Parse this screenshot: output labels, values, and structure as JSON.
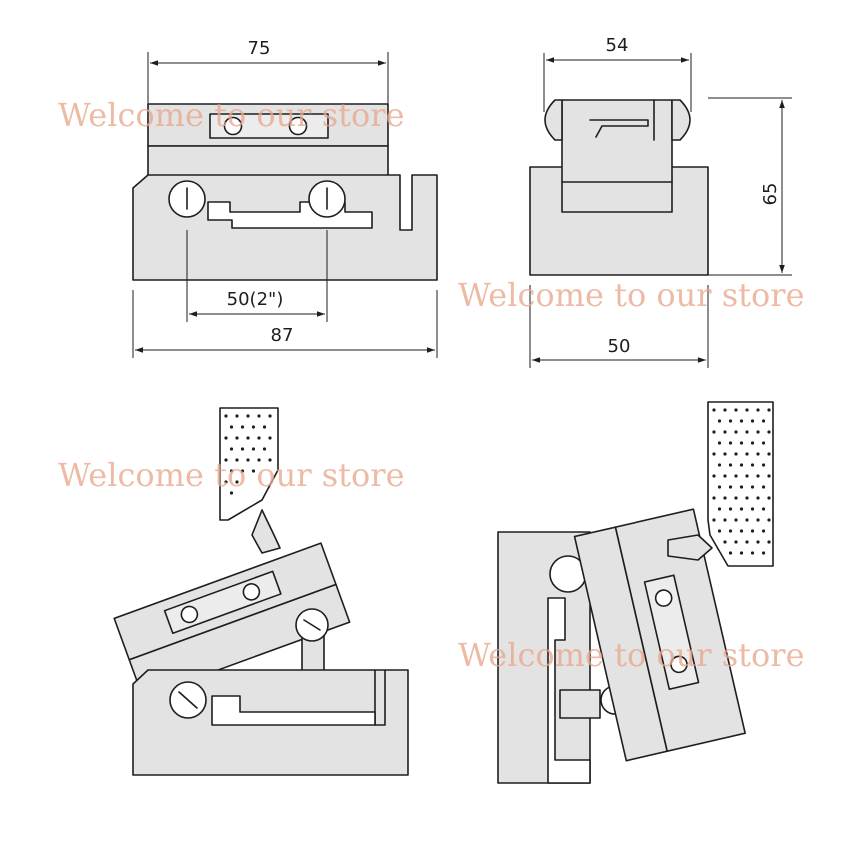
{
  "dimensions": {
    "front_top_width": "75",
    "front_pitch": "50(2\")",
    "front_base_width": "87",
    "side_top_width": "54",
    "side_height": "65",
    "side_base_width": "50"
  },
  "watermark_text": "Welcome to our store",
  "colors": {
    "part_fill": "#e3e3e3",
    "outline": "#1e1e1e",
    "watermark": "#e9a88d"
  }
}
